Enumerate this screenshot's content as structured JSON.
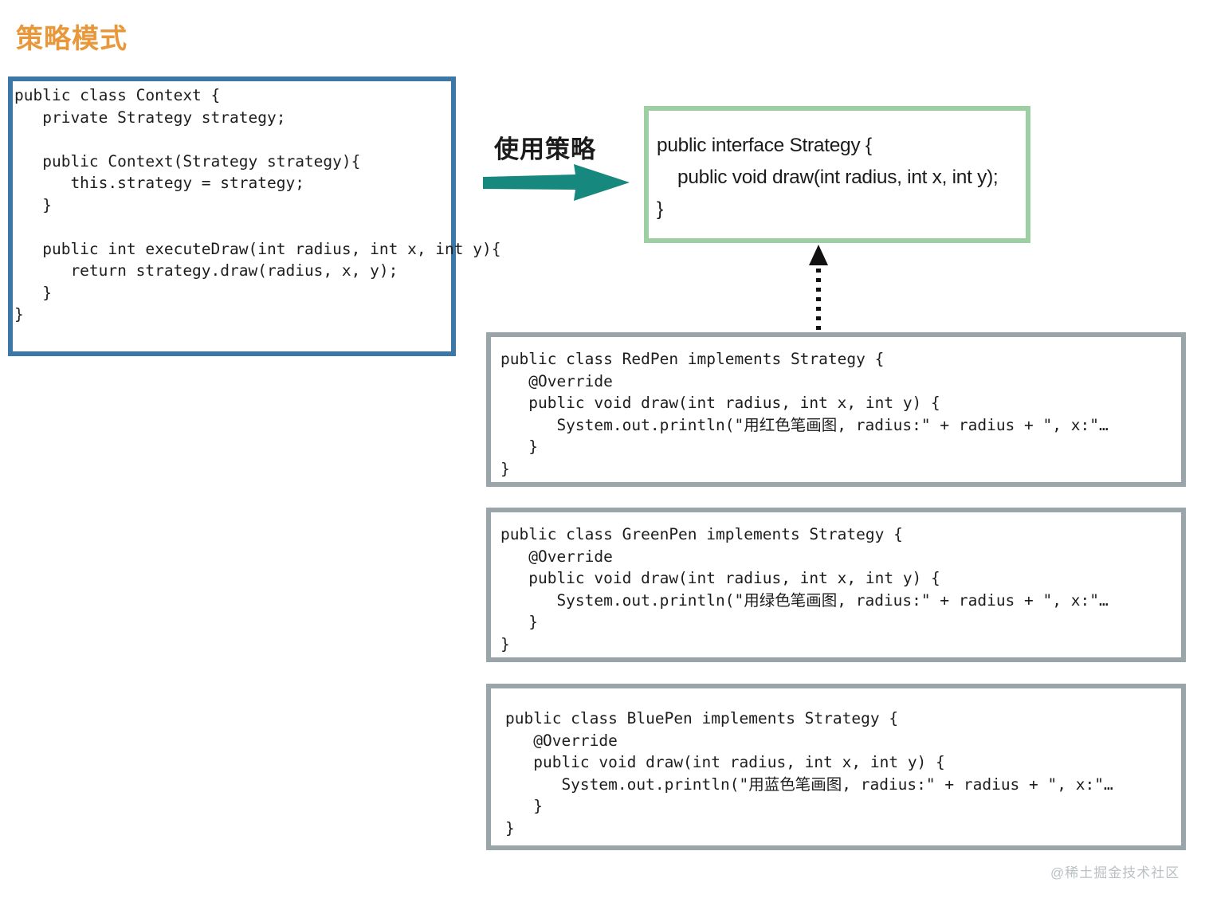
{
  "title": "策略模式",
  "colors": {
    "title": "#e8983a",
    "context_border": "#3b78a7",
    "strategy_border": "#9ccfa1",
    "impl_border": "#99a5a8",
    "arrow": "#17887e",
    "watermark": "#b9c1c4"
  },
  "context": {
    "name": "Context",
    "code": "public class Context {\n   private Strategy strategy;\n\n   public Context(Strategy strategy){\n      this.strategy = strategy;\n   }\n\n   public int executeDraw(int radius, int x, int y){\n      return strategy.draw(radius, x, y);\n   }\n}"
  },
  "arrow": {
    "label": "使用策略",
    "icon": "arrow-right-icon",
    "color": "#17887e"
  },
  "uml_link": {
    "icon": "realization-arrow-icon",
    "style": "dotted",
    "direction": "up"
  },
  "strategy": {
    "name": "Strategy",
    "code": "public interface Strategy {\n    public void draw(int radius, int x, int y);\n}"
  },
  "implementations": [
    {
      "name": "RedPen",
      "code": "public class RedPen implements Strategy {\n   @Override\n   public void draw(int radius, int x, int y) {\n      System.out.println(\"用红色笔画图, radius:\" + radius + \", x:\"…\n   }\n}"
    },
    {
      "name": "GreenPen",
      "code": "public class GreenPen implements Strategy {\n   @Override\n   public void draw(int radius, int x, int y) {\n      System.out.println(\"用绿色笔画图, radius:\" + radius + \", x:\"…\n   }\n}"
    },
    {
      "name": "BluePen",
      "code": "public class BluePen implements Strategy {\n   @Override\n   public void draw(int radius, int x, int y) {\n      System.out.println(\"用蓝色笔画图, radius:\" + radius + \", x:\"…\n   }\n}"
    }
  ],
  "watermark": "@稀土掘金技术社区"
}
